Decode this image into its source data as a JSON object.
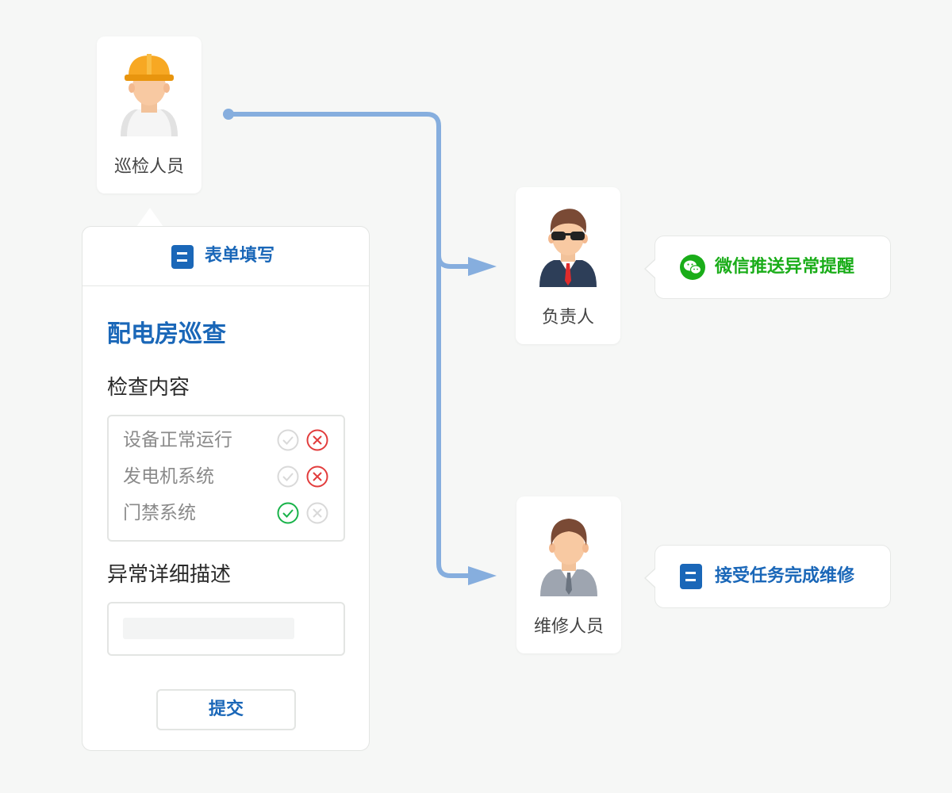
{
  "actors": {
    "inspector": {
      "label": "巡检人员"
    },
    "manager": {
      "label": "负责人"
    },
    "repair": {
      "label": "维修人员"
    }
  },
  "notifications": {
    "wechat": {
      "text": "微信推送异常提醒",
      "icon": "wechat-icon",
      "color": "#1aad19"
    },
    "task": {
      "text": "接受任务完成维修",
      "icon": "form-icon",
      "color": "#1a67b8"
    }
  },
  "form": {
    "header": "表单填写",
    "title": "配电房巡查",
    "check_section": "检查内容",
    "check_items": [
      {
        "label": "设备正常运行",
        "state": "fail"
      },
      {
        "label": "发电机系统",
        "state": "fail"
      },
      {
        "label": "门禁系统",
        "state": "pass"
      }
    ],
    "desc_section": "异常详细描述",
    "submit_label": "提交"
  },
  "colors": {
    "accent": "#1a67b8",
    "arrow": "#86aede",
    "pass": "#19b34a",
    "fail": "#e23c3c",
    "inactive": "#d9d9d9"
  }
}
